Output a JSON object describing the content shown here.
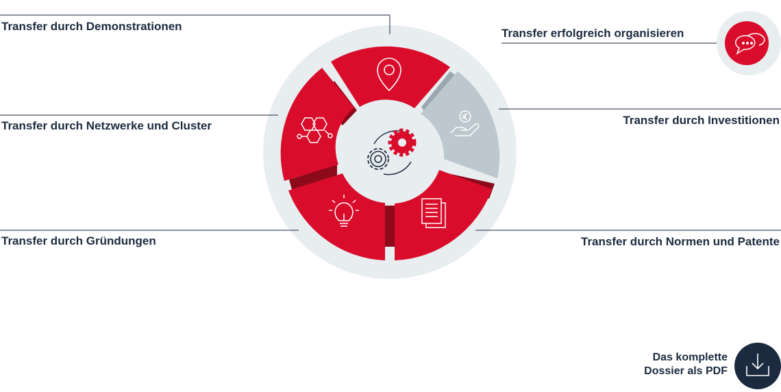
{
  "labels": {
    "demonstrationen": "Transfer durch Demonstrationen",
    "netzwerke": "Transfer durch Netzwerke und Cluster",
    "gruendungen": "Transfer durch Gründungen",
    "organisieren": "Transfer erfolgreich organisieren",
    "investitionen": "Transfer durch Investitionen",
    "normen": "Transfer durch Normen und Patente"
  },
  "download": {
    "line1": "Das komplette",
    "line2": "Dossier als PDF"
  },
  "colors": {
    "primary_red": "#d90d2b",
    "dark_red": "#8c0a1a",
    "inactive_grey": "#bcc7ce",
    "ring_grey": "#e8edf0",
    "navy": "#1b2a3f"
  },
  "icons": {
    "top": "location-pin-icon",
    "left": "molecule-network-icon",
    "bottom_left": "lightbulb-icon",
    "bottom_right": "documents-icon",
    "right": "euro-hand-icon",
    "center": "gears-icon",
    "chat": "chat-bubbles-icon",
    "download": "download-icon"
  }
}
